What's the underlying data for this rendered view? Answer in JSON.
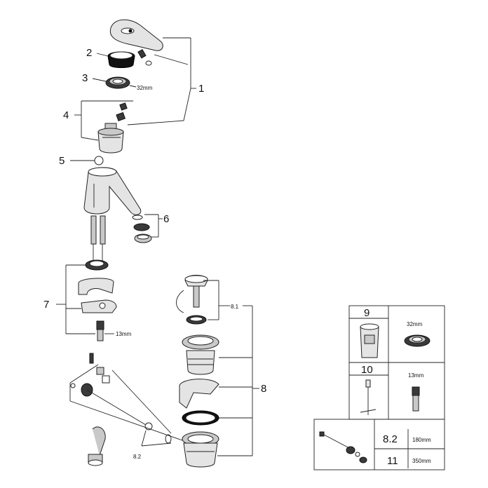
{
  "callouts": {
    "c1": "1",
    "c2": "2",
    "c3": "3",
    "c4": "4",
    "c5": "5",
    "c6": "6",
    "c7": "7",
    "c8": "8",
    "c8_1": "8.1",
    "c8_2": "8.2"
  },
  "dimensions": {
    "ring_32": "32mm",
    "spindle_13": "13mm"
  },
  "spare_table": {
    "item9": {
      "number": "9",
      "dimension": "32mm"
    },
    "item10": {
      "number": "10",
      "dimension": "13mm"
    }
  },
  "length_table": {
    "rows": [
      {
        "part": "8.2",
        "length": "180mm"
      },
      {
        "part": "11",
        "length": "350mm"
      }
    ]
  }
}
